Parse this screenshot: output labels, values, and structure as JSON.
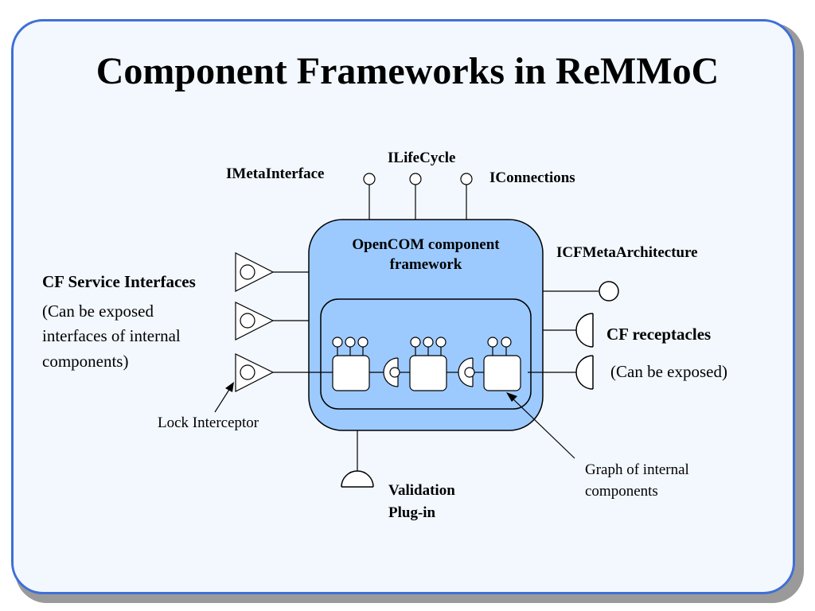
{
  "slide": {
    "title": "Component Frameworks in ReMMoC"
  },
  "diagram": {
    "framework_label_line1": "OpenCOM component",
    "framework_label_line2": "framework",
    "top_interfaces": {
      "left": "IMetaInterface",
      "middle": "ILifeCycle",
      "right": "IConnections"
    },
    "meta_architecture": "ICFMetaArchitecture",
    "service_interfaces": {
      "title": "CF Service Interfaces",
      "note_line1": "(Can be exposed",
      "note_line2": "interfaces of internal",
      "note_line3": "components)"
    },
    "receptacles": {
      "title": "CF receptacles",
      "note": "(Can be exposed)"
    },
    "lock_interceptor": "Lock Interceptor",
    "graph_note_line1": "Graph of internal",
    "graph_note_line2": "components",
    "validation_line1": "Validation",
    "validation_line2": "Plug-in"
  },
  "colors": {
    "frame_border": "#3f6fd8",
    "framework_fill": "#9ccaff",
    "background": "#f3f8ff"
  }
}
